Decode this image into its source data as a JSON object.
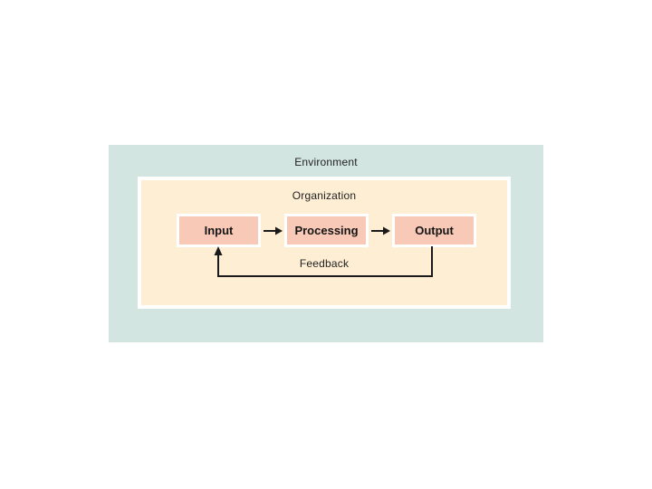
{
  "slide": {
    "environment_label": "Environment",
    "organization_label": "Organization",
    "feedback_label": "Feedback",
    "boxes": [
      {
        "label": "Input"
      },
      {
        "label": "Processing"
      },
      {
        "label": "Output"
      }
    ]
  },
  "colors": {
    "page_background": "#ffffff",
    "environment_fill": "#d3e5e1",
    "organization_fill": "#fdeed4",
    "organization_border": "#ffffff",
    "box_fill": "#f9c9b7",
    "box_border": "#ffffff",
    "text": "#1f1f1f",
    "connector": "#1a1a1a"
  }
}
